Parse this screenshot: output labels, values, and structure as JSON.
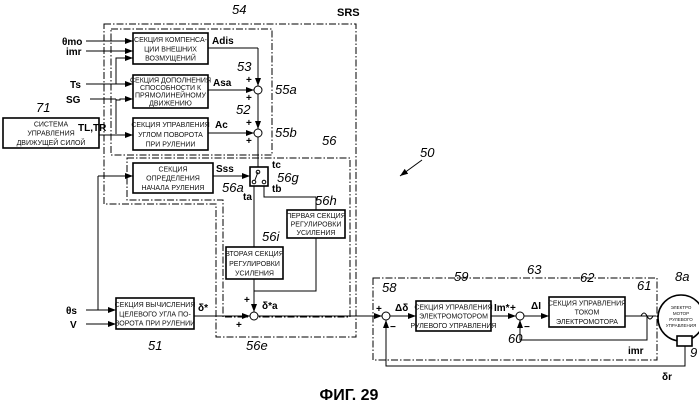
{
  "figure_title": "ФИГ. 29",
  "refs": {
    "r50": "50",
    "r51": "51",
    "r52": "52",
    "r53": "53",
    "r54": "54",
    "r55a": "55a",
    "r55b": "55b",
    "r56": "56",
    "r56a": "56a",
    "r56e": "56e",
    "r56g": "56g",
    "r56h": "56h",
    "r56i": "56i",
    "r58": "58",
    "r59": "59",
    "r60": "60",
    "r61": "61",
    "r62": "62",
    "r63": "63",
    "r71": "71",
    "r8a": "8a",
    "r9": "9",
    "srs": "SRS"
  },
  "signals": {
    "theta_mo": "θmo",
    "imr_in": "imr",
    "ts": "Ts",
    "sg": "SG",
    "tl_tr": "TL,TR",
    "adis": "Adis",
    "asa": "Asa",
    "ac": "Ac",
    "sss": "Sss",
    "tc": "tc",
    "tb": "tb",
    "ta": "ta",
    "theta_s": "θs",
    "v": "V",
    "delta_star": "δ*",
    "delta_star_a": "δ*a",
    "delta_delta": "Δδ",
    "im_star": "Im*",
    "delta_i": "ΔI",
    "imr_fb": "imr",
    "delta_r": "δr",
    "plus": "+",
    "minus": "−"
  },
  "blocks": {
    "b71": [
      "СИСТЕМА",
      "УПРАВЛЕНИЯ",
      "ДВИЖУЩЕЙ СИЛОЙ"
    ],
    "b54": [
      "СЕКЦИЯ КОМПЕНСА-",
      "ЦИИ ВНЕШНИХ",
      "ВОЗМУЩЕНИЙ"
    ],
    "b53": [
      "СЕКЦИЯ ДОПОЛНЕНИЯ",
      "СПОСОБНОСТИ К",
      "ПРЯМОЛИНЕЙНОМУ",
      "ДВИЖЕНИЮ"
    ],
    "b52": [
      "СЕКЦИЯ УПРАВЛЕНИЯ",
      "УГЛОМ ПОВОРОТА",
      "ПРИ РУЛЕНИИ"
    ],
    "b56a": [
      "СЕКЦИЯ",
      "ОПРЕДЕЛЕНИЯ",
      "НАЧАЛА РУЛЕНИЯ"
    ],
    "b56h": [
      "ПЕРВАЯ СЕКЦИЯ",
      "РЕГУЛИРОВКИ",
      "УСИЛЕНИЯ"
    ],
    "b56i": [
      "ВТОРАЯ СЕКЦИЯ",
      "РЕГУЛИРОВКИ",
      "УСИЛЕНИЯ"
    ],
    "b51": [
      "СЕКЦИЯ ВЫЧИСЛЕНИЯ",
      "ЦЕЛЕВОГО УГЛА ПО-",
      "ВОРОТА ПРИ РУЛЕНИИ"
    ],
    "b59": [
      "СЕКЦИЯ УПРАВЛЕНИЯ",
      "ЭЛЕКТРОМОТОРОМ",
      "РУЛЕВОГО УПРАВЛЕНИЯ"
    ],
    "b62": [
      "СЕКЦИЯ УПРАВЛЕНИЯ",
      "ТОКОМ",
      "ЭЛЕКТРОМОТОРА"
    ],
    "motor": [
      "ЭЛЕКТРО",
      "МОТОР",
      "РУЛЕВОГО",
      "УПРАВЛЕНИЯ"
    ]
  }
}
